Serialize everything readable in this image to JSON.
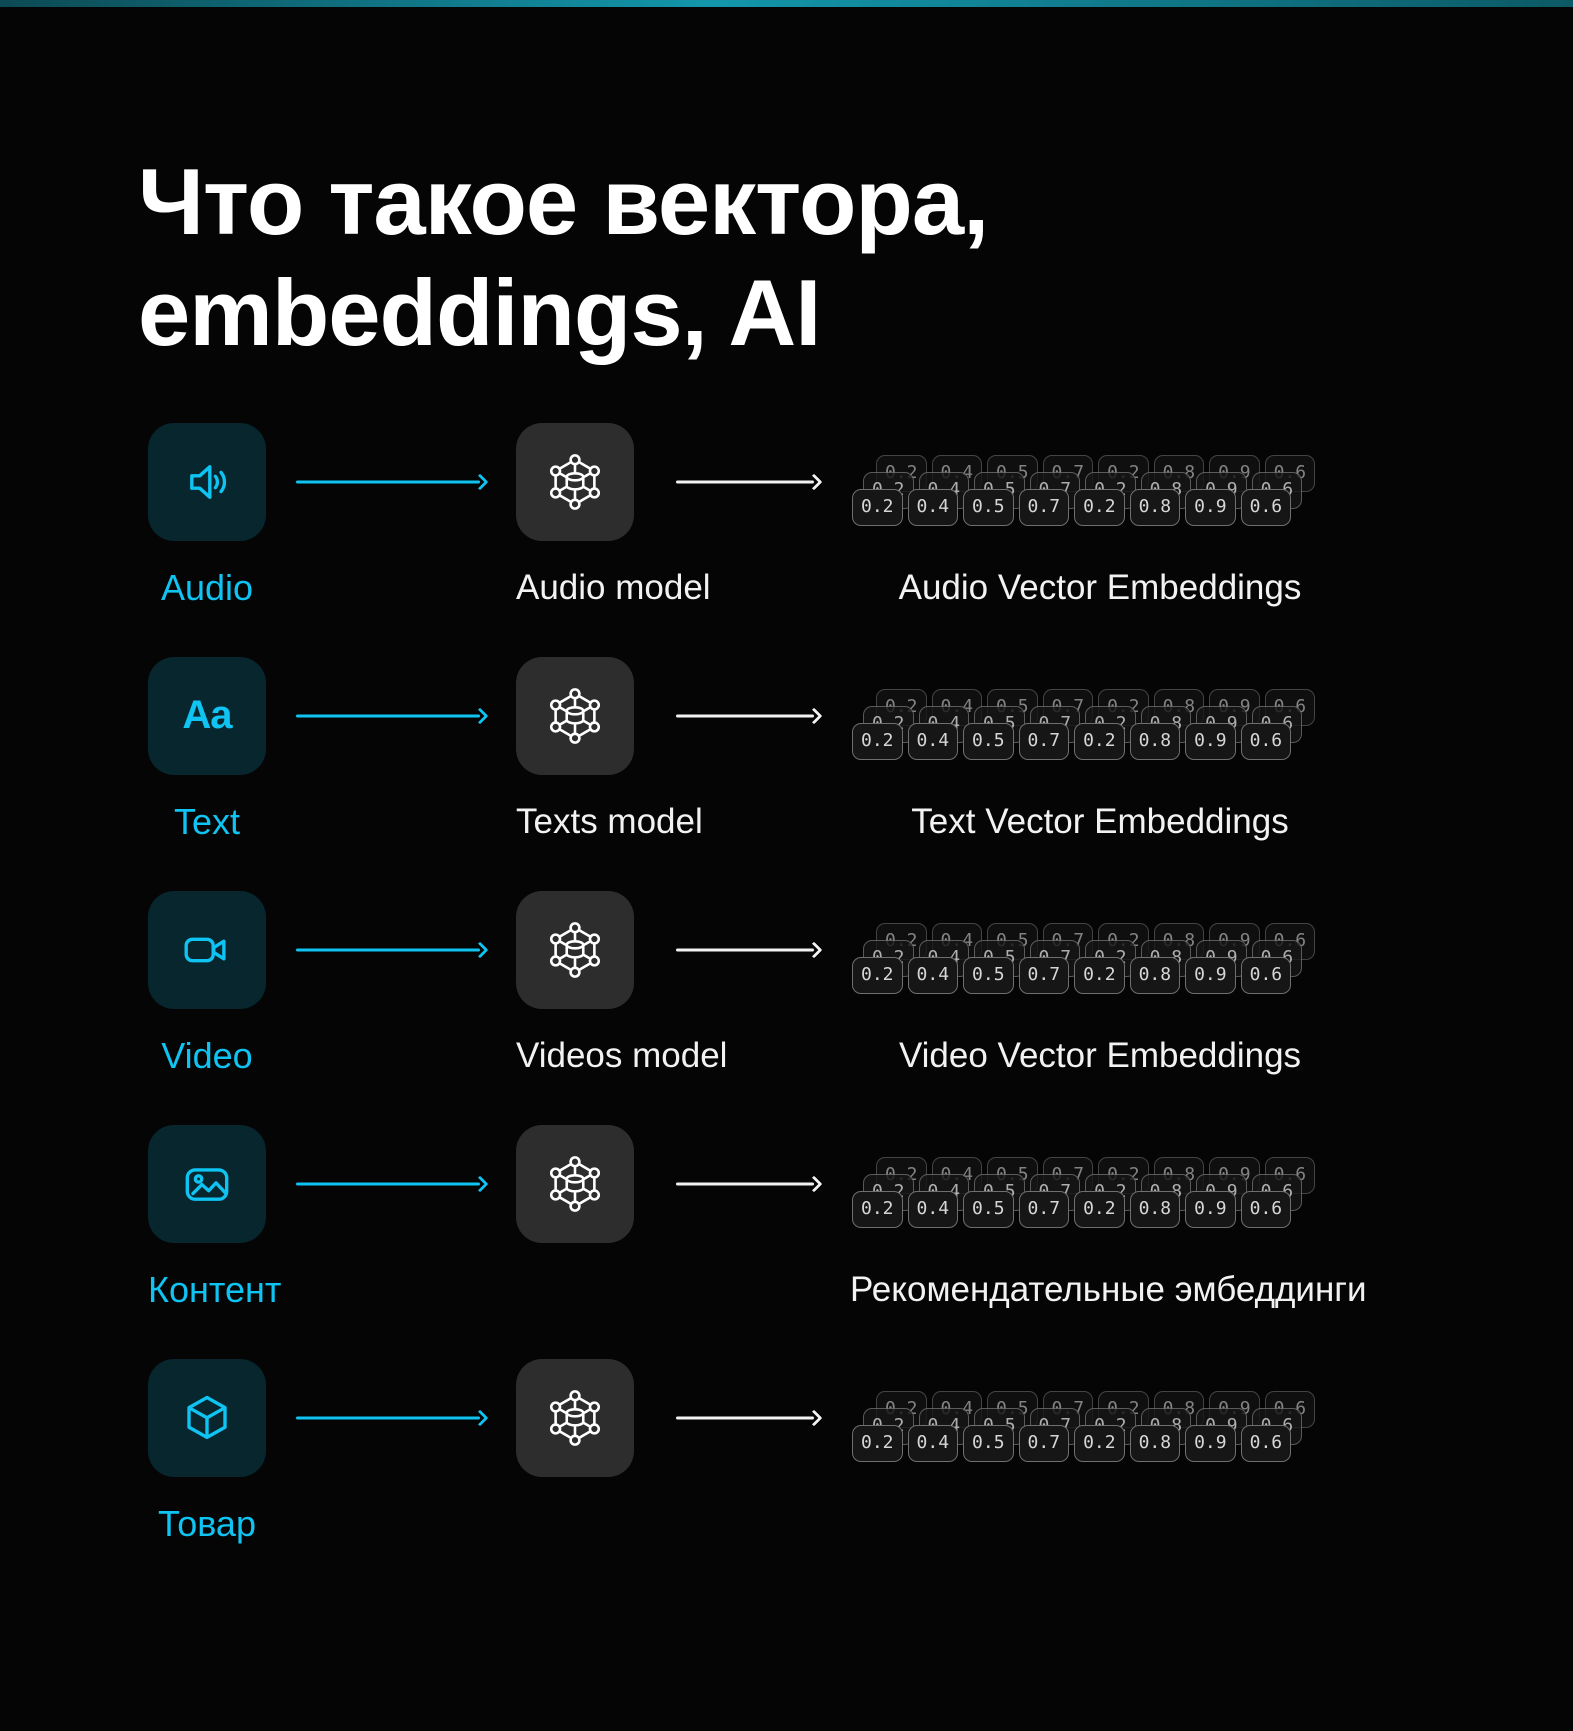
{
  "page": {
    "title_line1": "Что такое вектора,",
    "title_line2": "embeddings, AI"
  },
  "colors": {
    "background": "#050505",
    "accent_cyan": "#0fc3f2",
    "source_box_bg": "#07262e",
    "model_box_bg": "#2d2d2d",
    "text_white": "#f2f2f2",
    "chip_bg": "#161616",
    "chip_border": "#6f6f6f"
  },
  "icons": {
    "text_glyph": "Aa"
  },
  "embedding_values": [
    "0.2",
    "0.4",
    "0.5",
    "0.7",
    "0.2",
    "0.8",
    "0.9",
    "0.6"
  ],
  "rows": [
    {
      "source_label": "Audio",
      "source_icon": "speaker-icon",
      "model_icon": "neural-network-icon",
      "model_label": "Audio model",
      "output_label": "Audio Vector Embeddings"
    },
    {
      "source_label": "Text",
      "source_icon": "text-aa-icon",
      "model_icon": "neural-network-icon",
      "model_label": "Texts model",
      "output_label": "Text Vector Embeddings"
    },
    {
      "source_label": "Video",
      "source_icon": "video-camera-icon",
      "model_icon": "neural-network-icon",
      "model_label": "Videos model",
      "output_label": "Video Vector Embeddings"
    },
    {
      "source_label": "Контент",
      "source_icon": "image-icon",
      "model_icon": "neural-network-icon",
      "model_label": "",
      "output_label": "Рекомендательные эмбеддинги"
    },
    {
      "source_label": "Товар",
      "source_icon": "cube-icon",
      "model_icon": "neural-network-icon",
      "model_label": "",
      "output_label": ""
    }
  ]
}
